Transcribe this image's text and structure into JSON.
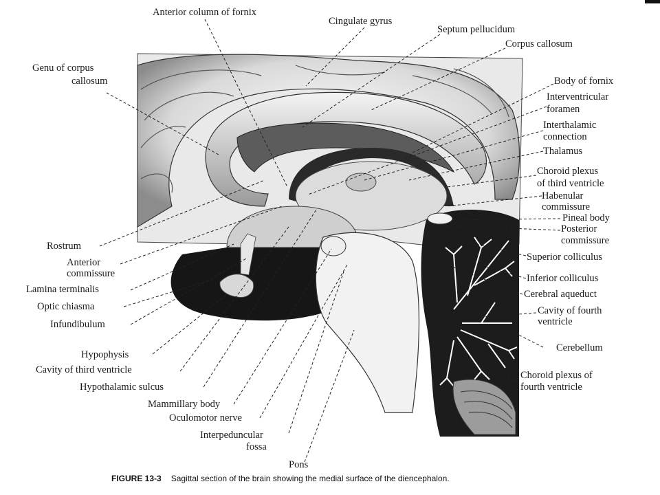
{
  "figure": {
    "number": "FIGURE 13-3",
    "caption": "Sagittal section of the brain showing the medial surface of the diencephalon."
  },
  "labels": {
    "anterior_column_of_fornix": "Anterior column of fornix",
    "cingulate_gyrus": "Cingulate gyrus",
    "septum_pellucidum": "Septum pellucidum",
    "corpus_callosum": "Corpus callosum",
    "genu_of_corpus_callosum": [
      "Genu of corpus",
      "callosum"
    ],
    "body_of_fornix": "Body of fornix",
    "interventricular_foramen": [
      "Interventricular",
      "foramen"
    ],
    "interthalamic_connection": [
      "Interthalamic",
      "connection"
    ],
    "thalamus": "Thalamus",
    "choroid_plexus_third": [
      "Choroid plexus",
      "of third ventricle"
    ],
    "habenular_commissure": [
      "Habenular",
      "commissure"
    ],
    "pineal_body": "Pineal body",
    "posterior_commissure": [
      "Posterior",
      "commissure"
    ],
    "superior_colliculus": "Superior colliculus",
    "inferior_colliculus": "Inferior colliculus",
    "cerebral_aqueduct": "Cerebral aqueduct",
    "cavity_fourth_ventricle": [
      "Cavity of fourth",
      "ventricle"
    ],
    "cerebellum": "Cerebellum",
    "choroid_plexus_fourth": [
      "Choroid plexus of",
      "fourth ventricle"
    ],
    "rostrum": "Rostrum",
    "anterior_commissure": [
      "Anterior",
      "commissure"
    ],
    "lamina_terminalis": "Lamina terminalis",
    "optic_chiasma": "Optic chiasma",
    "infundibulum": "Infundibulum",
    "hypophysis": "Hypophysis",
    "cavity_third_ventricle": "Cavity of third ventricle",
    "hypothalamic_sulcus": "Hypothalamic sulcus",
    "mammillary_body": "Mammillary body",
    "oculomotor_nerve": "Oculomotor nerve",
    "interpeduncular_fossa": [
      "Interpeduncular",
      "fossa"
    ],
    "pons": "Pons"
  }
}
